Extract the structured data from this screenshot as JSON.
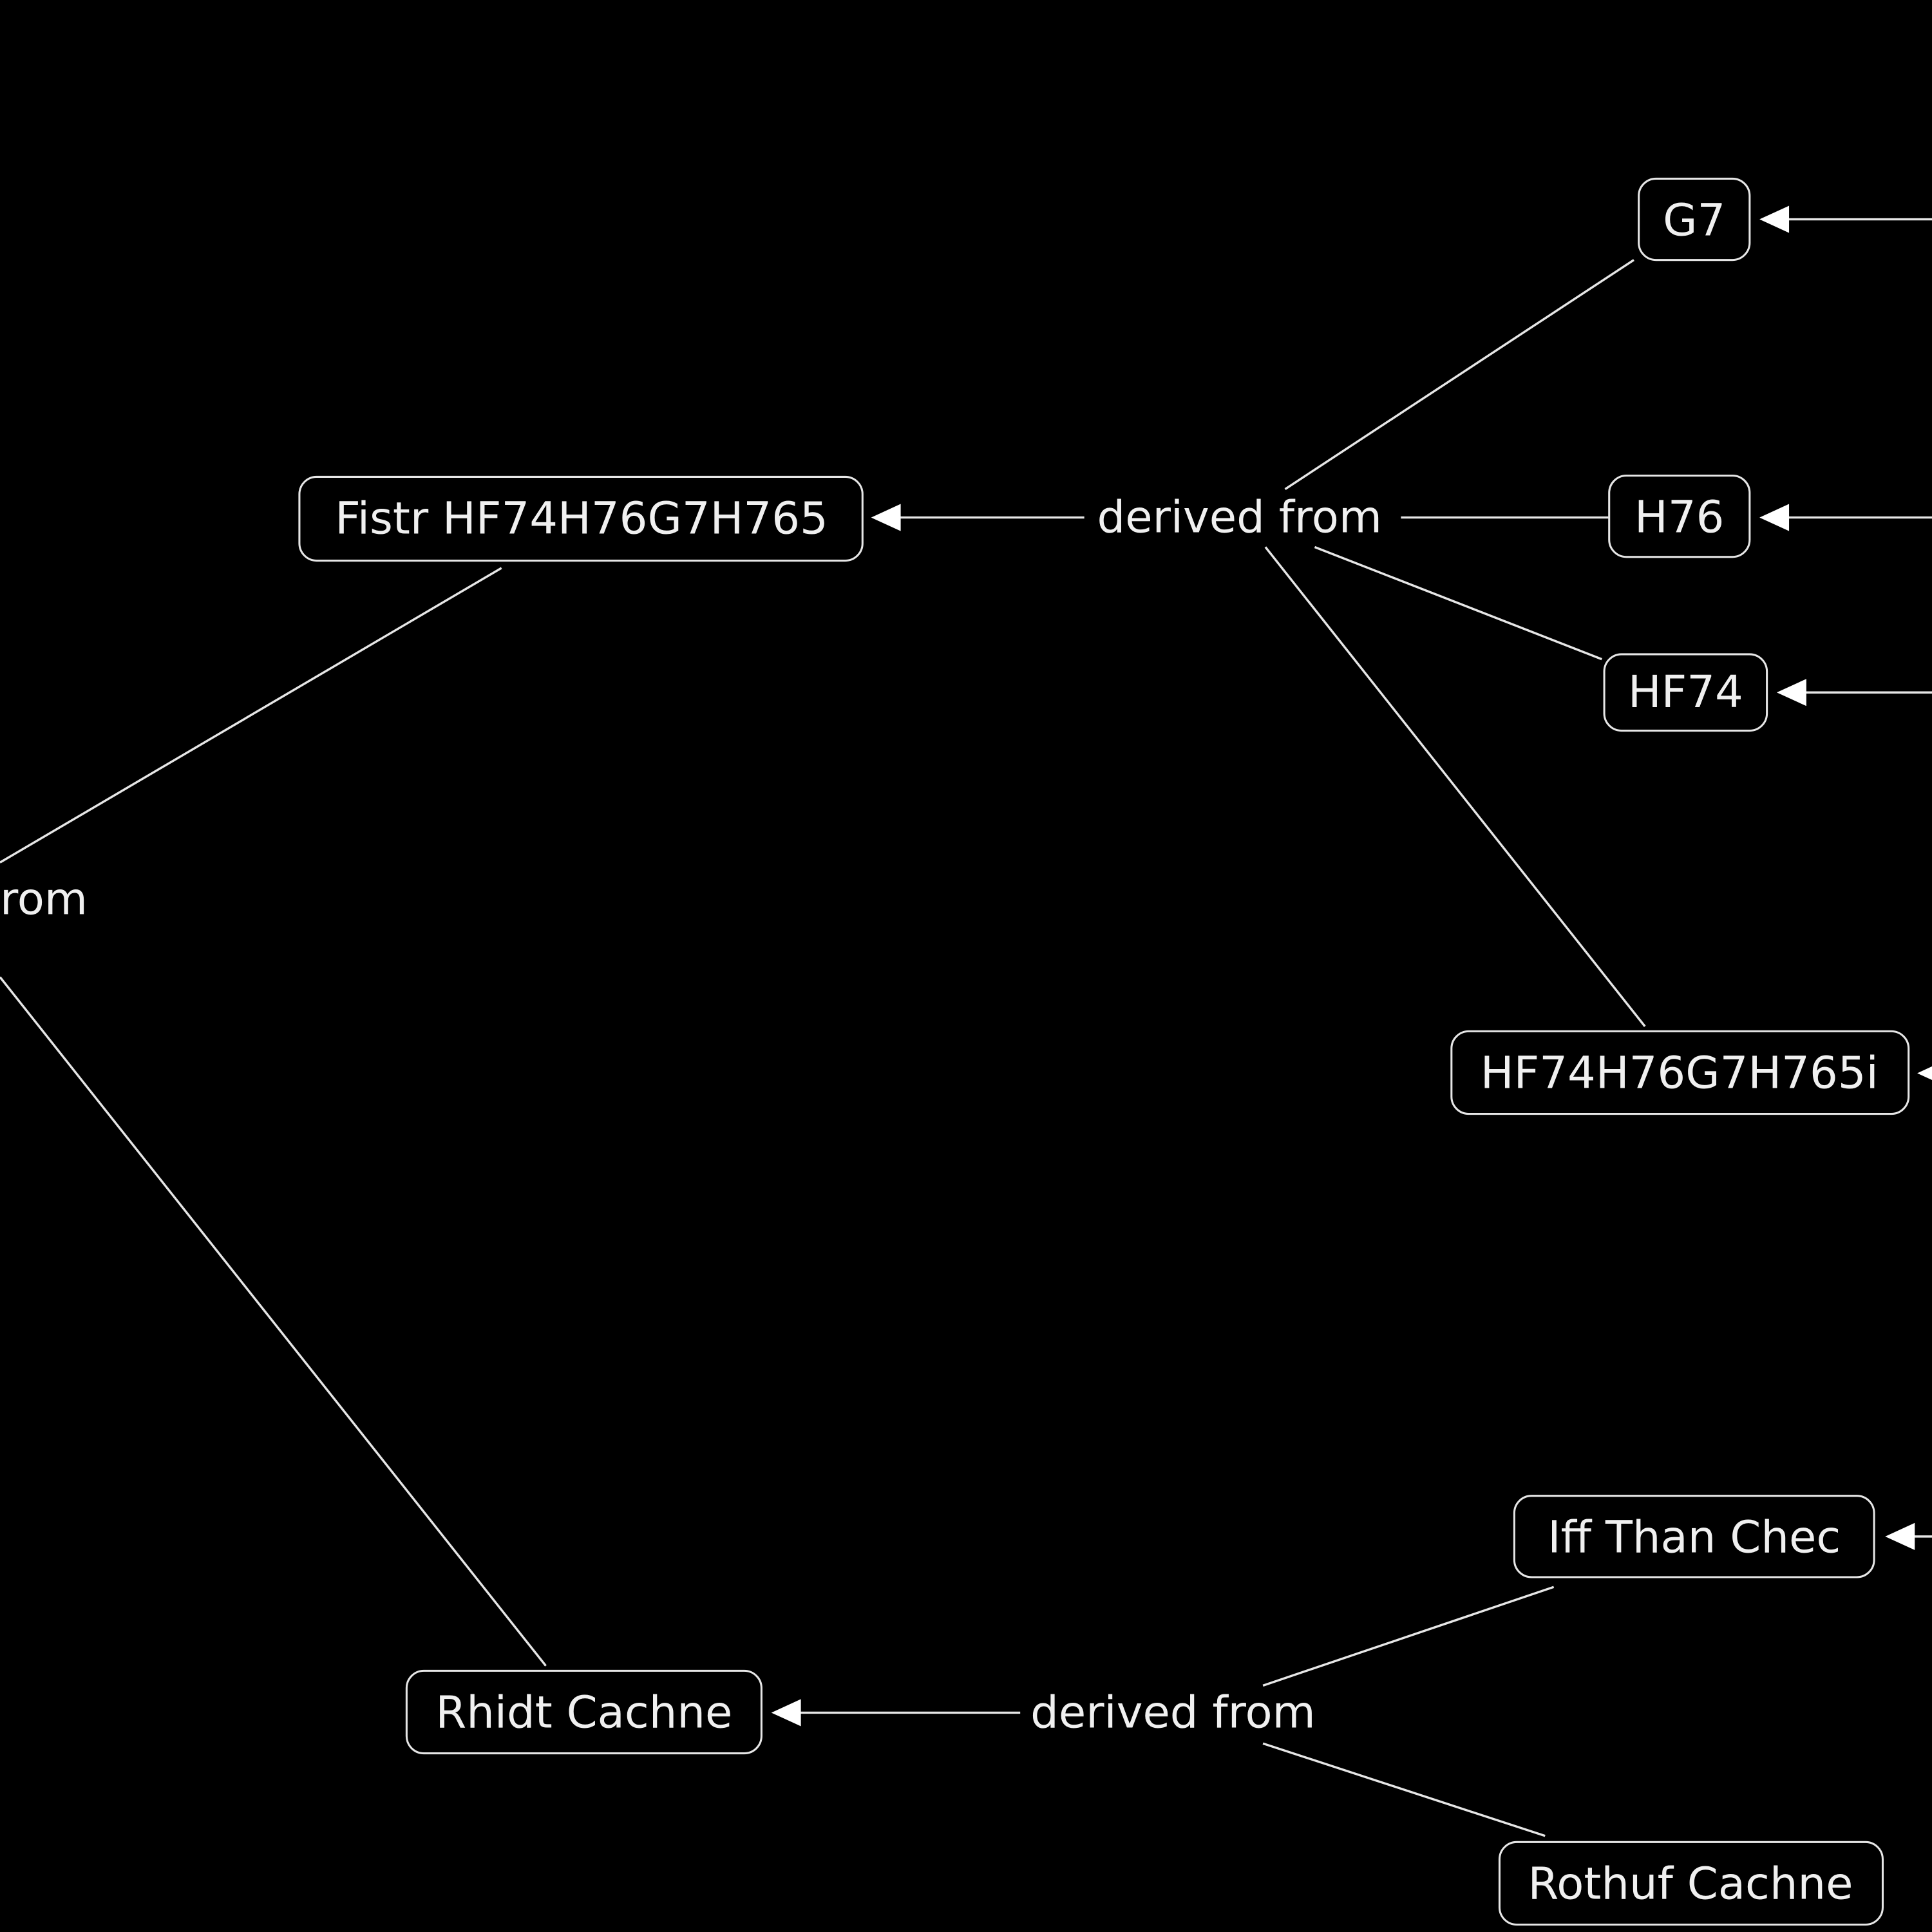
{
  "nodes": {
    "g7": "G7",
    "h76": "H76",
    "hf74": "HF74",
    "hf74long": "HF74H76G7H765i",
    "fistr": "Fistr HF74H76G7H765",
    "iff": "Iff Than Chec",
    "rhidt": "Rhidt Cachne",
    "rothuf": "Rothuf Cachne"
  },
  "edge_labels": {
    "derived_top": "derived from",
    "derived_bottom": "derived from",
    "derived_left_partial": "rom"
  },
  "colors": {
    "background": "#000000",
    "foreground": "#e6e6e6"
  }
}
